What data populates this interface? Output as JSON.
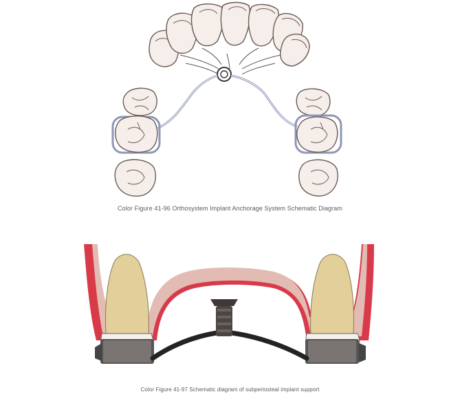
{
  "figures": [
    {
      "caption": "Color Figure 41-96 Orthosystem Implant Anchorage System Schematic Diagram",
      "illustration": "orthosystem-implant-anchorage"
    },
    {
      "caption": "Color Figure 41-97 Schematic diagram of subperiosteal implant support",
      "illustration": "subperiosteal-implant-support"
    }
  ],
  "colors": {
    "tooth_fill": "#f6eeea",
    "tooth_stroke": "#6a5a55",
    "wire": "#8e97b6",
    "gum": "#e2bcb3",
    "gum_edge": "#d83a4a",
    "root": "#e3cf9a",
    "implant": "#4d4543",
    "bar": "#232323"
  }
}
